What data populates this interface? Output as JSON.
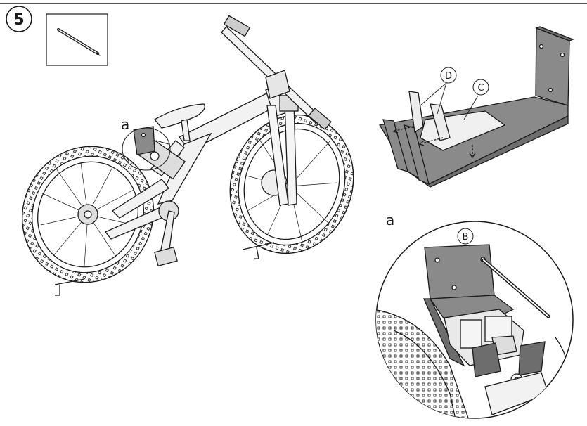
{
  "step": {
    "number": "5"
  },
  "tool_box": {
    "icon": "hex-key-tool"
  },
  "callouts": {
    "detail_ref": "a",
    "detail_title": "a",
    "label_b": "B",
    "label_c": "C",
    "label_d": "D"
  },
  "colors": {
    "line": "#1a1a1a",
    "bracket_fill": "#8a8a8a",
    "bracket_dark": "#6d6d6d",
    "panel_light": "#e6e6e6",
    "frame_fill": "#f2f2f2"
  }
}
